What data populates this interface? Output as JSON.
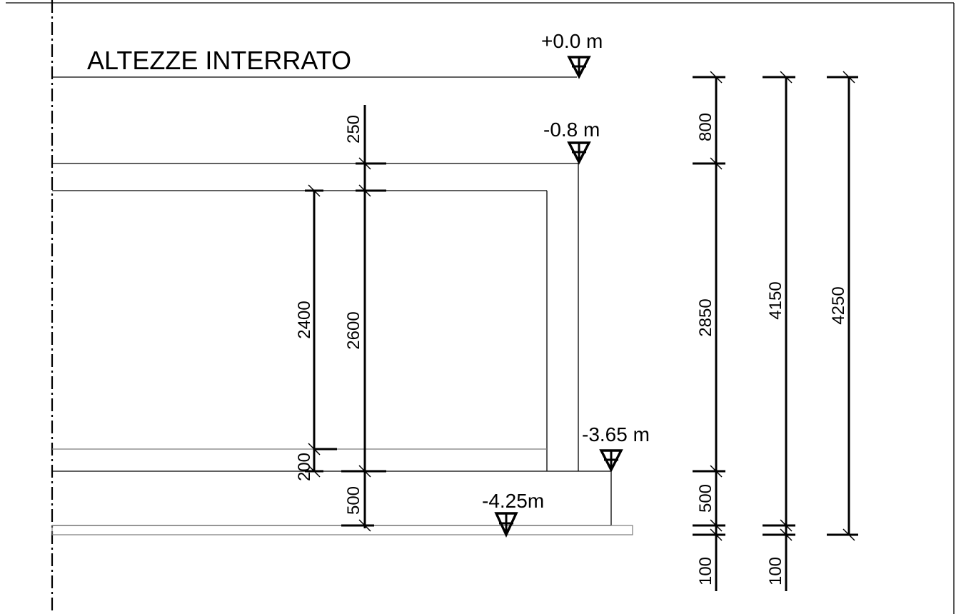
{
  "title": "ALTEZZE INTERRATO",
  "levels": {
    "top": "+0.0 m",
    "slab": "-0.8 m",
    "floor": "-3.65 m",
    "base": "-4.25m"
  },
  "dimensions": {
    "d250": "250",
    "d2400": "2400",
    "d2600": "2600",
    "d200": "200",
    "d500_left": "500",
    "d800": "800",
    "d2850": "2850",
    "d500_right": "500",
    "d100_a": "100",
    "d4150": "4150",
    "d100_b": "100",
    "d4250": "4250"
  },
  "colors": {
    "line": "#000000",
    "secondary_line": "#7a7a7a",
    "background": "#ffffff"
  }
}
